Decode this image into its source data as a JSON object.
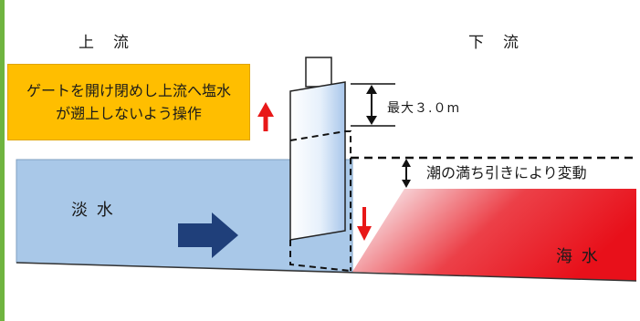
{
  "labels": {
    "upstream": "上　流",
    "downstream": "下　流",
    "fresh_water": "淡 水",
    "sea_water": "海 水",
    "max_height": "最大３.０m",
    "tide_note": "潮の満ち引きにより変動",
    "callout": "ゲートを開け閉めし上流へ塩水が遡上しないよう操作"
  },
  "colors": {
    "fresh_water": "#a9c8e8",
    "sea_water_deep": "#e8101a",
    "callout_bg": "#ffbe00",
    "arrow_red": "#e81818",
    "flow_arrow": "#1f3f7a",
    "left_border": "#6fb43f"
  }
}
